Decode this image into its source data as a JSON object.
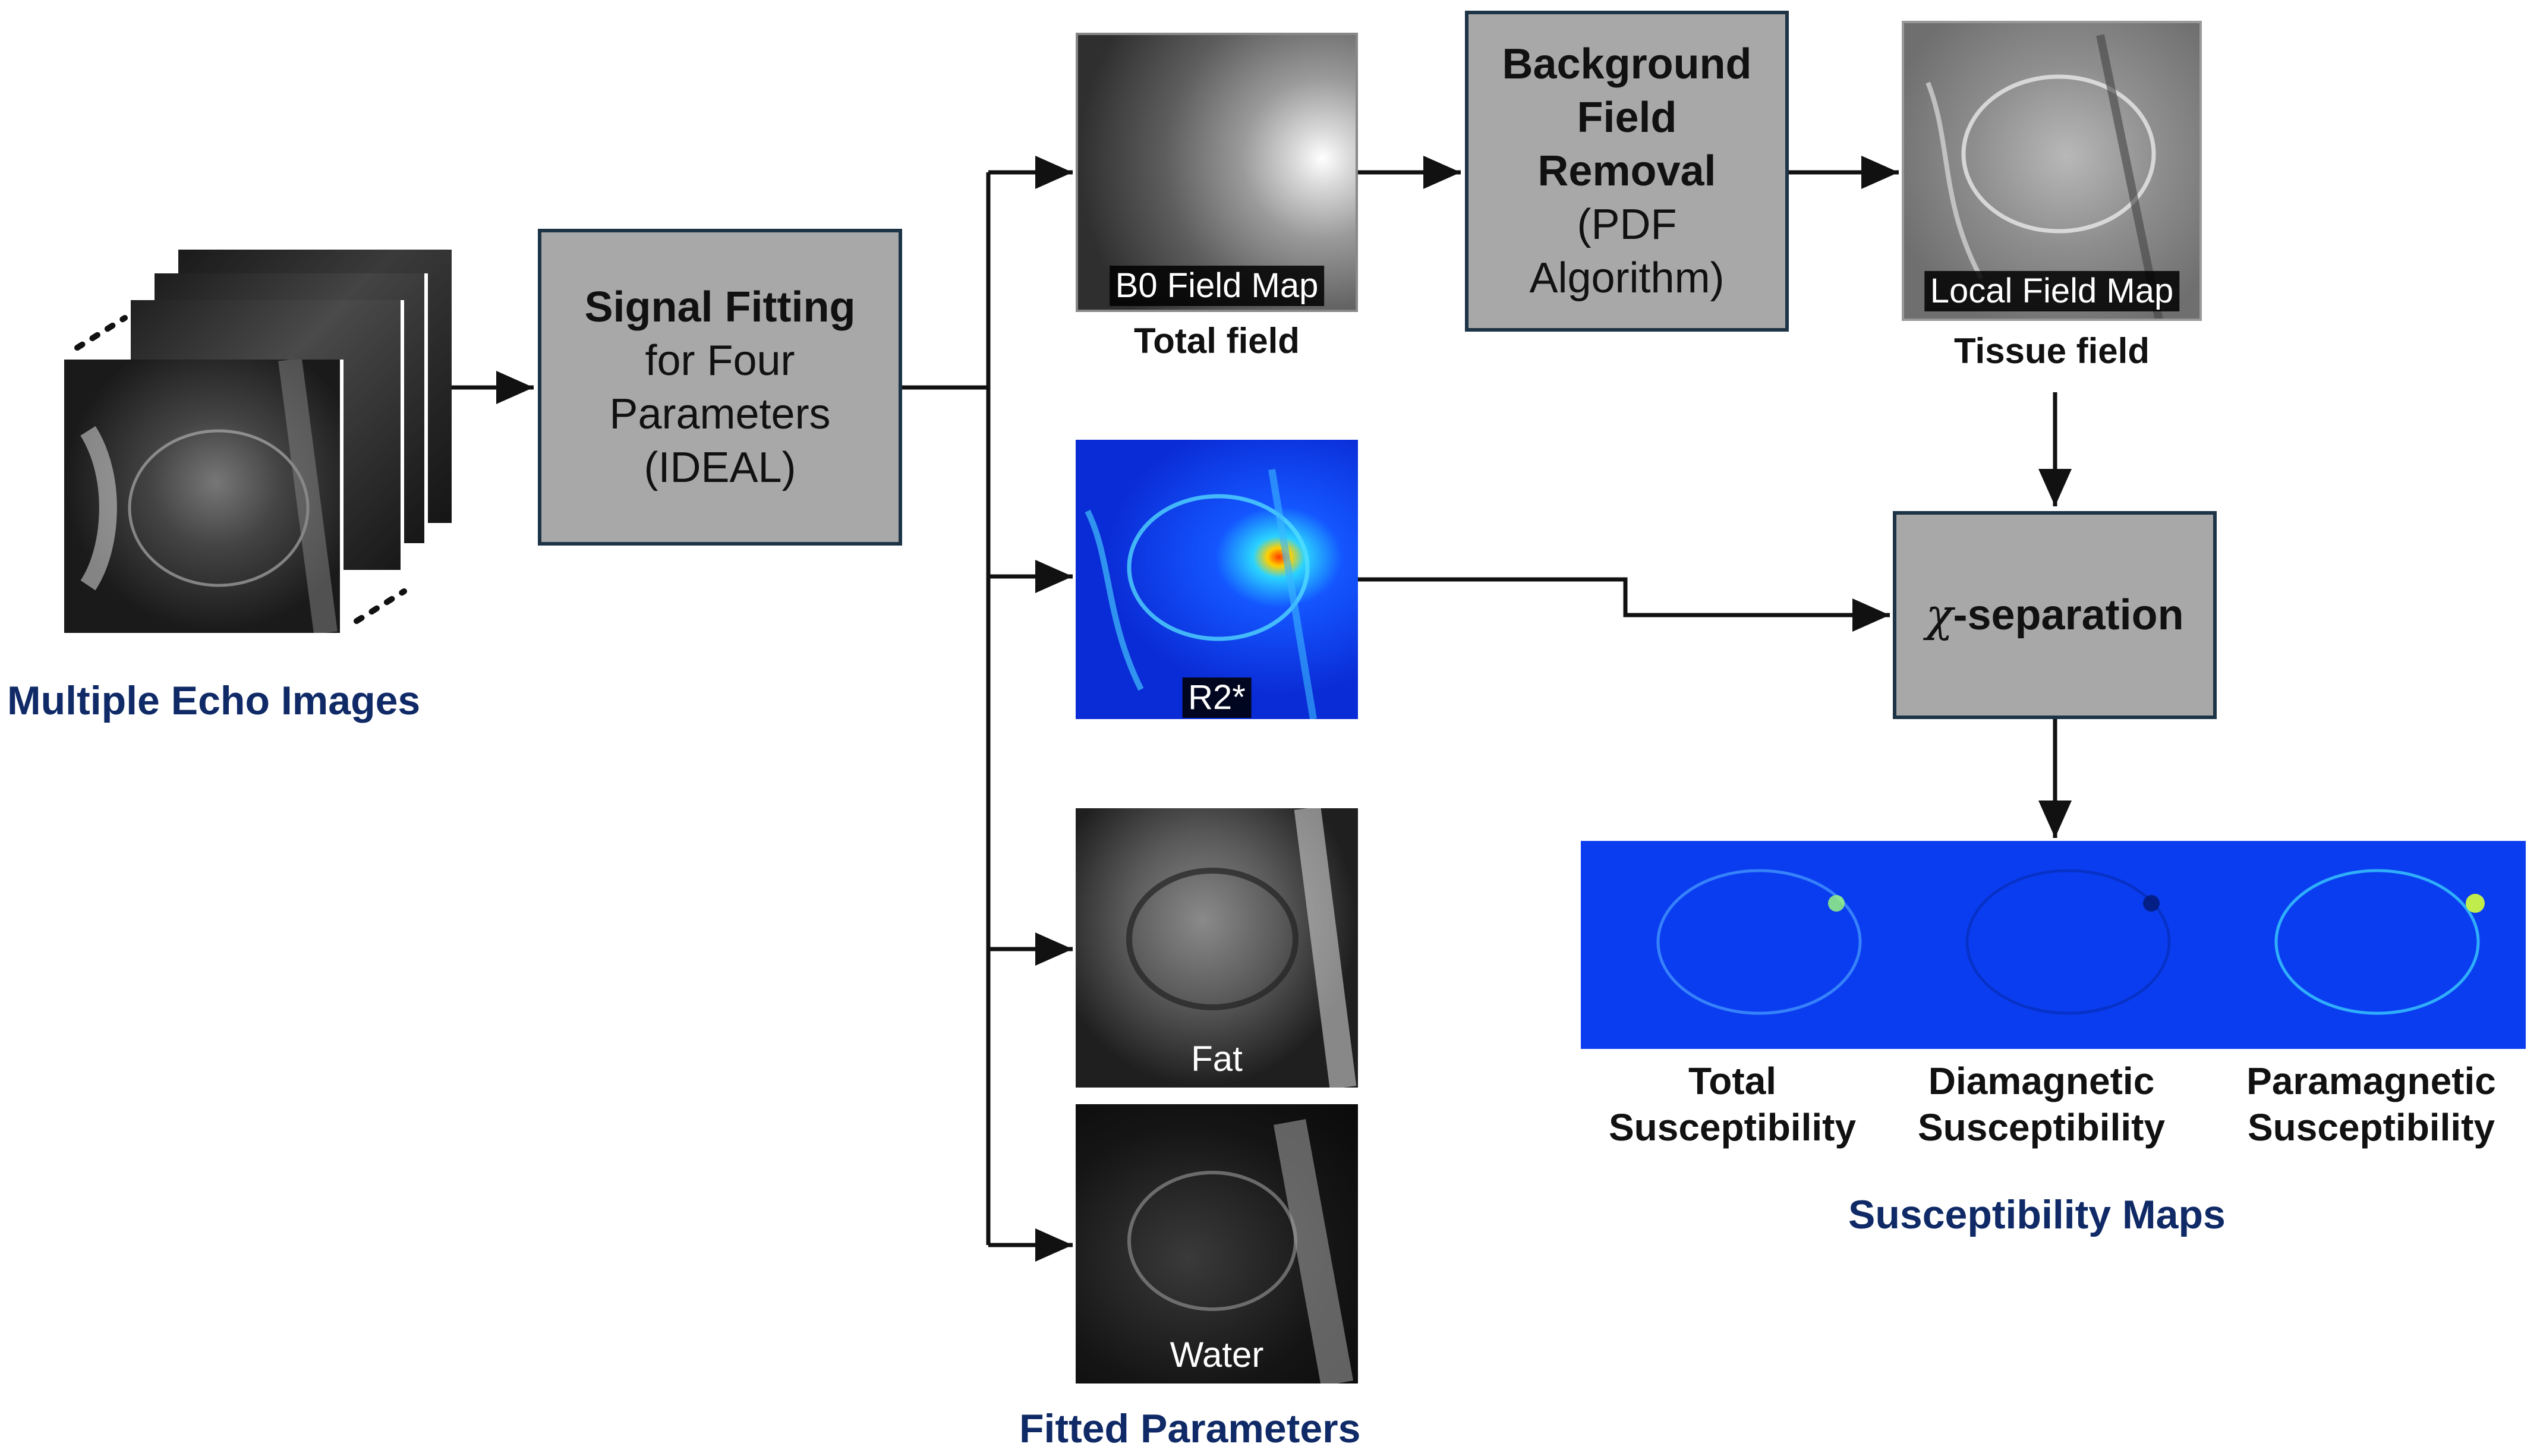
{
  "input": {
    "label": "Multiple Echo Images"
  },
  "signal_fitting": {
    "title": "Signal Fitting",
    "line1": "for Four",
    "line2": "Parameters",
    "line3": "(IDEAL)"
  },
  "b0": {
    "overlay": "B0 Field Map",
    "caption": "Total field"
  },
  "r2": {
    "overlay": "R2*"
  },
  "fat": {
    "overlay": "Fat"
  },
  "water": {
    "overlay": "Water"
  },
  "fitted_label": "Fitted Parameters",
  "background_removal": {
    "l1": "Background",
    "l2": "Field",
    "l3": "Removal",
    "l4": "(PDF",
    "l5": "Algorithm)"
  },
  "local": {
    "overlay": "Local Field Map",
    "caption": "Tissue field"
  },
  "chi": {
    "symbol": "χ",
    "text": "-separation"
  },
  "maps": {
    "total": {
      "l1": "Total",
      "l2": "Susceptibility"
    },
    "dia": {
      "l1": "Diamagnetic",
      "l2": "Susceptibility"
    },
    "para": {
      "l1": "Paramagnetic",
      "l2": "Susceptibility"
    },
    "label": "Susceptibility Maps"
  },
  "colors": {
    "box_fill": "#a8a8a8",
    "box_border": "#1d3346",
    "label_blue": "#0f2a66",
    "map_blue": "#0b3df0"
  }
}
